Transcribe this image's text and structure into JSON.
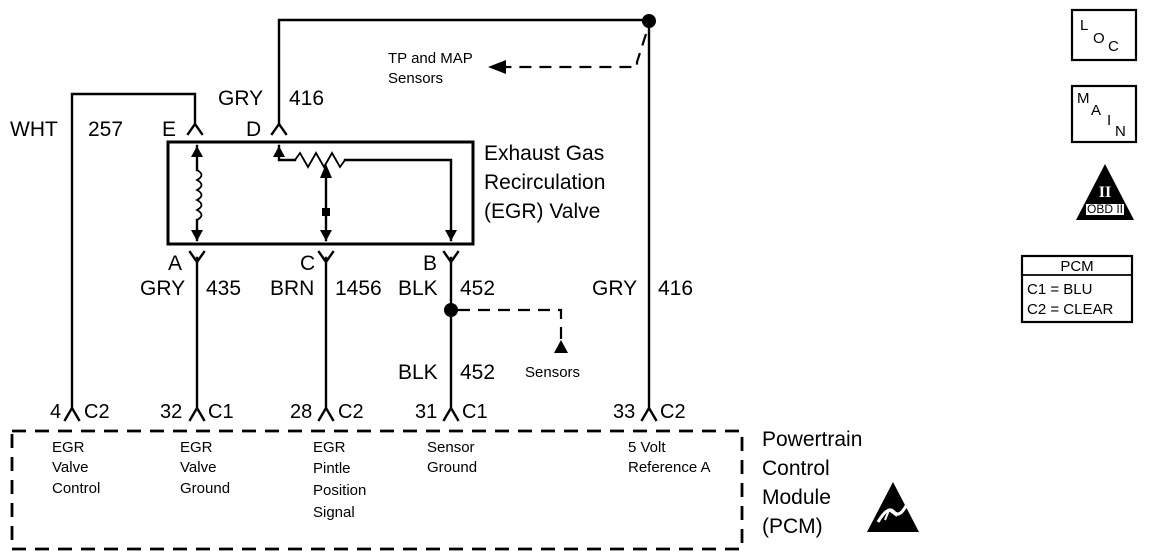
{
  "wires": {
    "wht257": {
      "color": "WHT",
      "circuit": "257"
    },
    "gry416_top": {
      "color": "GRY",
      "circuit": "416"
    },
    "gry435": {
      "color": "GRY",
      "circuit": "435"
    },
    "brn1456": {
      "color": "BRN",
      "circuit": "1456"
    },
    "blk452_upper": {
      "color": "BLK",
      "circuit": "452"
    },
    "blk452_lower": {
      "color": "BLK",
      "circuit": "452"
    },
    "gry416_right": {
      "color": "GRY",
      "circuit": "416"
    }
  },
  "valve": {
    "pins": {
      "e": "E",
      "d": "D",
      "a": "A",
      "c": "C",
      "b": "B"
    },
    "name_lines": [
      "Exhaust Gas",
      "Recirculation",
      "(EGR) Valve"
    ]
  },
  "tp_map": {
    "lines": [
      "TP and MAP",
      "Sensors"
    ]
  },
  "sensors_label": "Sensors",
  "pcm_terminals": [
    {
      "pin": "4",
      "conn": "C2"
    },
    {
      "pin": "32",
      "conn": "C1"
    },
    {
      "pin": "28",
      "conn": "C2"
    },
    {
      "pin": "31",
      "conn": "C1"
    },
    {
      "pin": "33",
      "conn": "C2"
    }
  ],
  "pcm_functions": [
    {
      "lines": [
        "EGR",
        "Valve",
        "Control"
      ]
    },
    {
      "lines": [
        "EGR",
        "Valve",
        "Ground"
      ]
    },
    {
      "lines": [
        "EGR",
        "Pintle",
        "Position",
        "Signal"
      ]
    },
    {
      "lines": [
        "Sensor",
        "Ground"
      ]
    },
    {
      "lines": [
        "5 Volt",
        "Reference A"
      ]
    }
  ],
  "pcm_name_lines": [
    "Powertrain",
    "Control",
    "Module",
    "(PCM)"
  ],
  "icons": {
    "loc": [
      "L",
      "O",
      "C"
    ],
    "main": [
      "M",
      "A",
      "I",
      "N"
    ],
    "obd": {
      "numeral": "II",
      "caption": "OBD II"
    }
  },
  "legend": {
    "title": "PCM",
    "rows": [
      "C1 = BLU",
      "C2 = CLEAR"
    ]
  }
}
